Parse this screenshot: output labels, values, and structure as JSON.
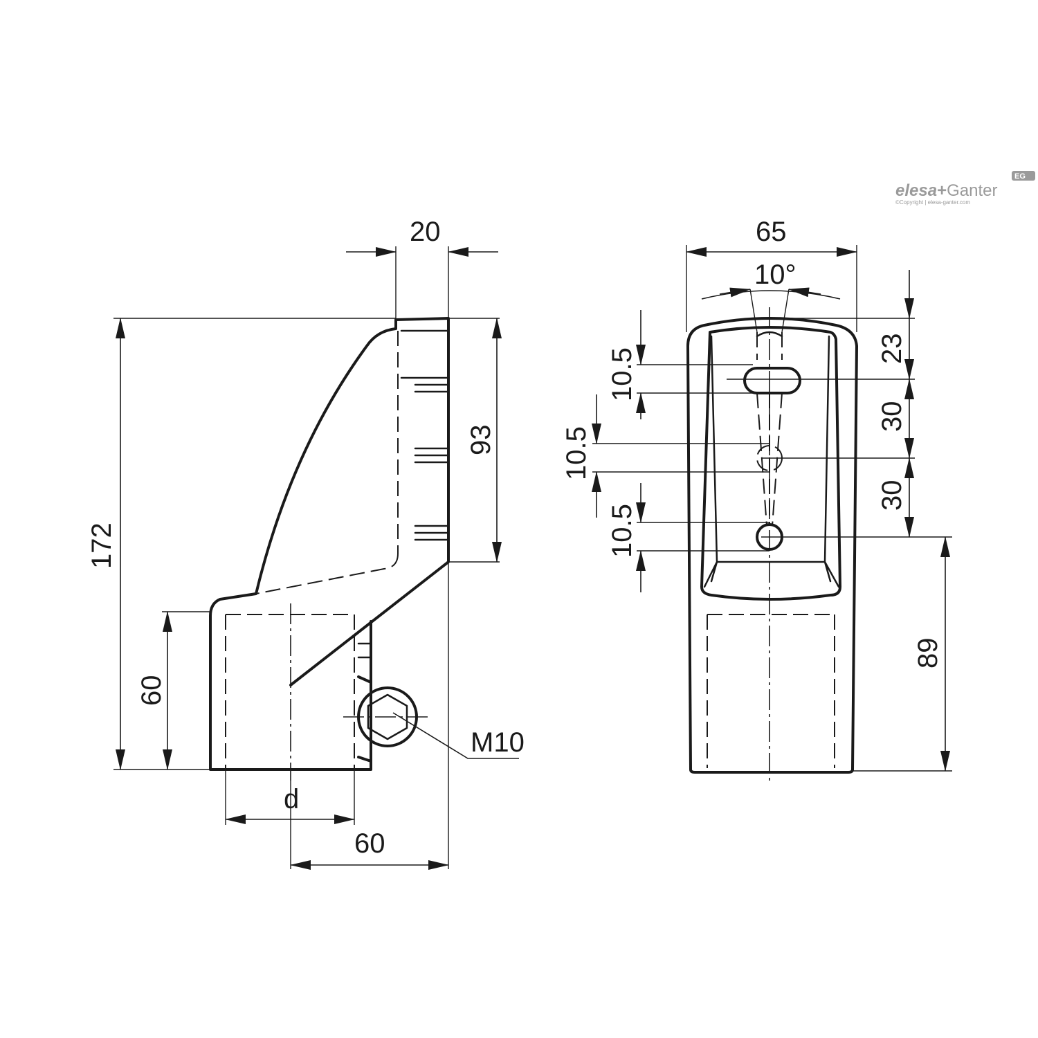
{
  "dimensions": {
    "width_20": "20",
    "height_93": "93",
    "height_172": "172",
    "height_60": "60",
    "diameter_d": "d",
    "depth_60": "60",
    "thread_m10": "M10",
    "width_65": "65",
    "angle_10": "10°",
    "slot_10_5_a": "10.5",
    "slot_10_5_b": "10.5",
    "slot_10_5_c": "10.5",
    "pitch_23": "23",
    "pitch_30_a": "30",
    "pitch_30_b": "30",
    "height_89": "89"
  },
  "logo": {
    "brand_left": "elesa",
    "brand_sep": "+",
    "brand_right": "Ganter",
    "copyright": "©Copyright | elesa-ganter.com",
    "badge": "EG"
  },
  "colors": {
    "line": "#1a1a1a",
    "logo_grey": "#9a9a9a"
  }
}
